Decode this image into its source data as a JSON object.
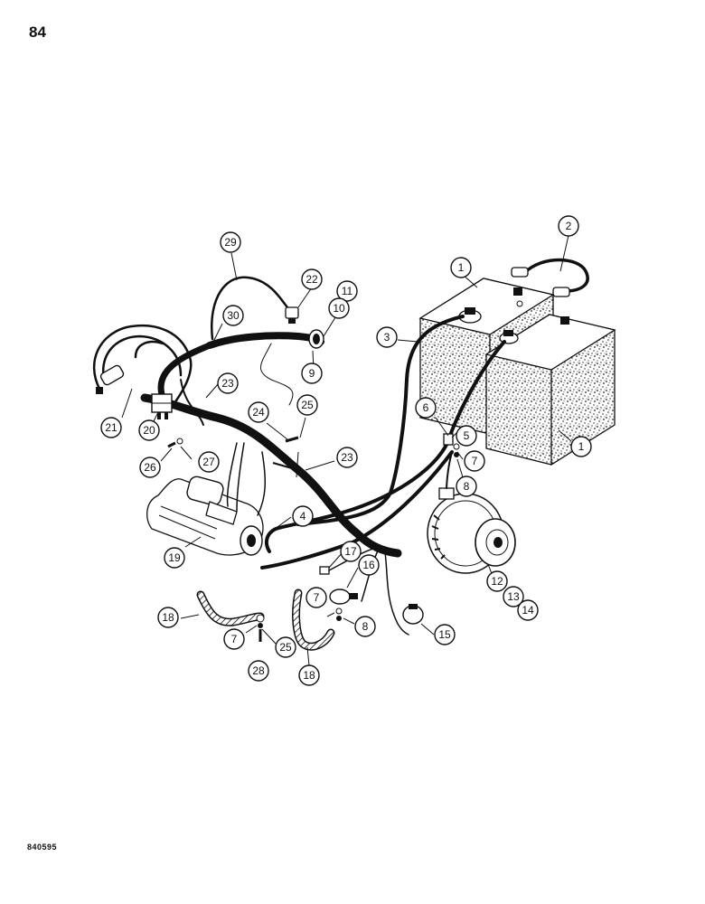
{
  "page": {
    "number": "84",
    "figure_code": "840595"
  },
  "callouts": [
    {
      "id": "c29",
      "label": "29"
    },
    {
      "id": "c22",
      "label": "22"
    },
    {
      "id": "c11",
      "label": "11"
    },
    {
      "id": "c10",
      "label": "10"
    },
    {
      "id": "c30",
      "label": "30"
    },
    {
      "id": "c9",
      "label": "9"
    },
    {
      "id": "c1a",
      "label": "1"
    },
    {
      "id": "c2",
      "label": "2"
    },
    {
      "id": "c3",
      "label": "3"
    },
    {
      "id": "c21",
      "label": "21"
    },
    {
      "id": "c20",
      "label": "20"
    },
    {
      "id": "c23a",
      "label": "23"
    },
    {
      "id": "c24",
      "label": "24"
    },
    {
      "id": "c25a",
      "label": "25"
    },
    {
      "id": "c6",
      "label": "6"
    },
    {
      "id": "c5",
      "label": "5"
    },
    {
      "id": "c1b",
      "label": "1"
    },
    {
      "id": "c7a",
      "label": "7"
    },
    {
      "id": "c8a",
      "label": "8"
    },
    {
      "id": "c26",
      "label": "26"
    },
    {
      "id": "c27",
      "label": "27"
    },
    {
      "id": "c23b",
      "label": "23"
    },
    {
      "id": "c4",
      "label": "4"
    },
    {
      "id": "c19",
      "label": "19"
    },
    {
      "id": "c17",
      "label": "17"
    },
    {
      "id": "c16",
      "label": "16"
    },
    {
      "id": "c12",
      "label": "12"
    },
    {
      "id": "c13",
      "label": "13"
    },
    {
      "id": "c14",
      "label": "14"
    },
    {
      "id": "c18a",
      "label": "18"
    },
    {
      "id": "c7b",
      "label": "7"
    },
    {
      "id": "c8b",
      "label": "8"
    },
    {
      "id": "c15",
      "label": "15"
    },
    {
      "id": "c7c",
      "label": "7"
    },
    {
      "id": "c25b",
      "label": "25"
    },
    {
      "id": "c28",
      "label": "28"
    },
    {
      "id": "c18b",
      "label": "18"
    }
  ]
}
